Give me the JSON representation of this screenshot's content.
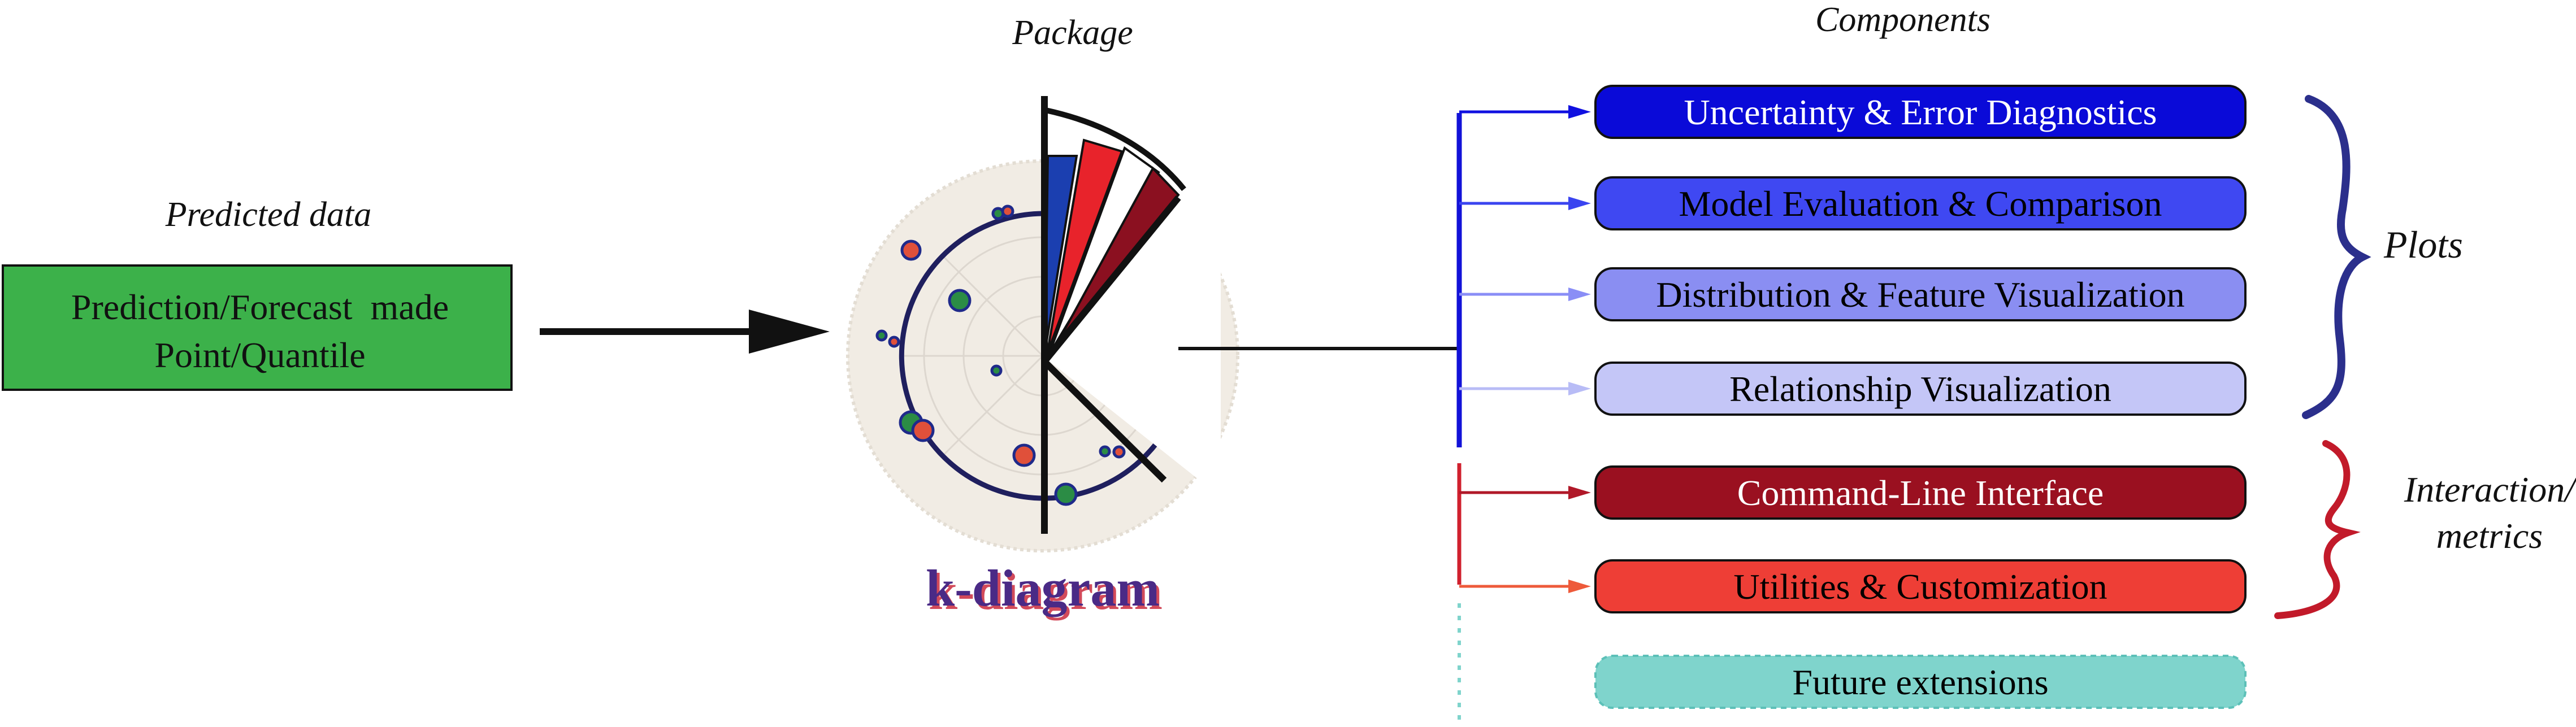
{
  "headings": {
    "predicted_data": "Predicted data",
    "package": "Package",
    "components": "Components"
  },
  "input_box": {
    "line1": "Prediction/Forecast  made",
    "line2": "Point/Quantile",
    "color": "#3cb14a"
  },
  "package_logo": {
    "name": "k-diagram",
    "name_color": "#4a2a86",
    "bar_colors": [
      "#1b3fb0",
      "#e8232b",
      "#ffffff",
      "#8b1020"
    ]
  },
  "components": [
    {
      "label": "Uncertainty & Error Diagnostics",
      "fill": "#0a0ad8",
      "text_color": "#ffffff",
      "arrow_color": "#1010e0"
    },
    {
      "label": "Model Evaluation & Comparison",
      "fill": "#3f48f2",
      "text_color": "#000000",
      "arrow_color": "#3a44f0"
    },
    {
      "label": "Distribution & Feature Visualization",
      "fill": "#8a8ef2",
      "text_color": "#000000",
      "arrow_color": "#8a8ef6"
    },
    {
      "label": "Relationship Visualization",
      "fill": "#c4c6f7",
      "text_color": "#000000",
      "arrow_color": "#b8bcf6"
    },
    {
      "label": "Command-Line Interface",
      "fill": "#9a1020",
      "text_color": "#ffffff",
      "arrow_color": "#b01828"
    },
    {
      "label": "Utilities & Customization",
      "fill": "#ee3e36",
      "text_color": "#000000",
      "arrow_color": "#ee5a3a"
    },
    {
      "label": "Future extensions",
      "fill": "#7fd4cc",
      "text_color": "#000000",
      "arrow_color": "#7fd4cc"
    }
  ],
  "groups": {
    "plots": {
      "label": "Plots",
      "color": "#2b2f8c"
    },
    "interaction": {
      "line1": "Interaction/",
      "line2": "metrics",
      "color": "#c21a2a"
    }
  }
}
